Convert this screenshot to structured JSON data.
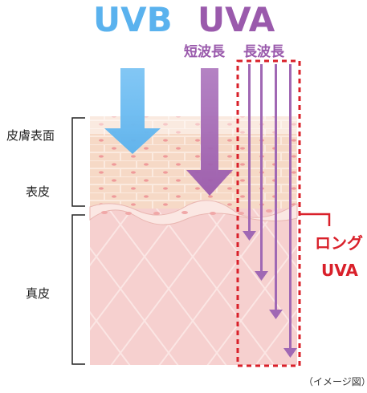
{
  "title": {
    "uvb": "UVB",
    "uva": "UVA"
  },
  "uva_labels": {
    "short": "短波長",
    "long": "長波長"
  },
  "skin_layers": {
    "surface": "皮膚表面",
    "epidermis": "表皮",
    "dermis": "真皮"
  },
  "callout": {
    "line1": "ロング",
    "line2": "UVA"
  },
  "footnote": "（イメージ図）",
  "colors": {
    "uvb": "#5ab2ee",
    "uva": "#9a5aac",
    "callout": "#d9202a",
    "epidermis": "#f7dcc4",
    "dermis": "#f7d2d2"
  }
}
